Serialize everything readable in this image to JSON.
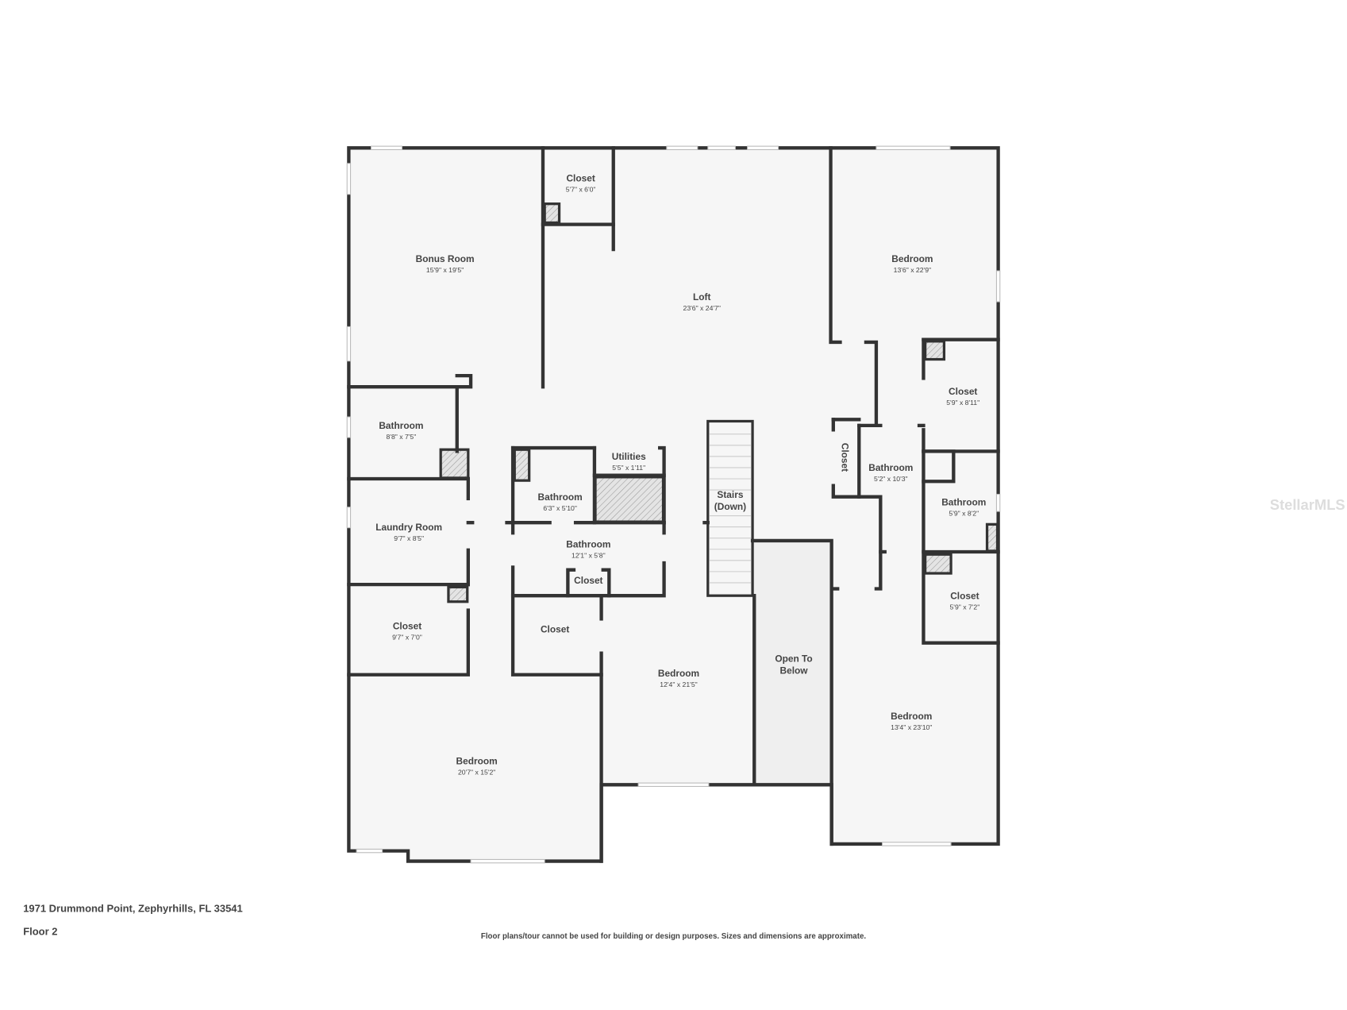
{
  "address": "1971 Drummond Point, Zephyrhills, FL 33541",
  "floor": "Floor 2",
  "disclaimer": "Floor plans/tour cannot be used for building or design purposes. Sizes and dimensions are approximate.",
  "watermark": "StellarMLS",
  "colors": {
    "wall": "#333333",
    "room": "#f6f6f6",
    "open_area": "#efefef"
  },
  "rooms": [
    {
      "name": "Closet",
      "dims": "5'7\" x 6'0\""
    },
    {
      "name": "Bonus Room",
      "dims": "15'9\" x 19'5\""
    },
    {
      "name": "Loft",
      "dims": "23'6\" x 24'7\""
    },
    {
      "name": "Bedroom",
      "dims": "13'6\" x 22'9\""
    },
    {
      "name": "Closet",
      "dims": "5'9\" x 8'11\""
    },
    {
      "name": "Bathroom",
      "dims": "8'8\" x 7'5\""
    },
    {
      "name": "Utilities",
      "dims": "5'5\" x 1'11\""
    },
    {
      "name": "Bathroom",
      "dims": "6'3\" x 5'10\""
    },
    {
      "name": "Closet",
      "dims": ""
    },
    {
      "name": "Bathroom",
      "dims": "5'2\" x 10'3\""
    },
    {
      "name": "Bathroom",
      "dims": "5'9\" x 8'2\""
    },
    {
      "name": "Laundry Room",
      "dims": "9'7\" x 8'5\""
    },
    {
      "name": "Bathroom",
      "dims": "12'1\" x 5'8\""
    },
    {
      "name": "Closet",
      "dims": ""
    },
    {
      "name": "Closet",
      "dims": "5'9\" x 7'2\""
    },
    {
      "name": "Closet",
      "dims": "9'7\" x 7'0\""
    },
    {
      "name": "Closet",
      "dims": ""
    },
    {
      "name": "Bedroom",
      "dims": "12'4\" x 21'5\""
    },
    {
      "name": "Bedroom",
      "dims": "13'4\" x 23'10\""
    },
    {
      "name": "Bedroom",
      "dims": "20'7\" x 15'2\""
    }
  ],
  "stairs": {
    "line1": "Stairs",
    "line2": "(Down)"
  },
  "open_to_below": {
    "line1": "Open To",
    "line2": "Below"
  }
}
